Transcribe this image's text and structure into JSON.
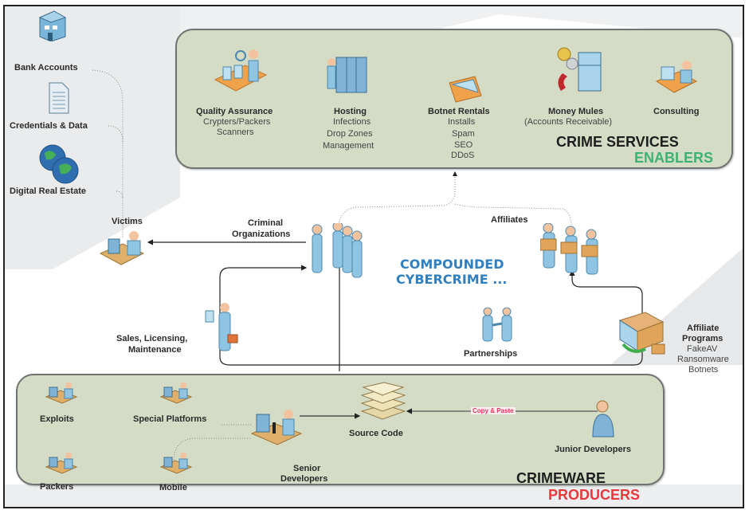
{
  "victims_assets": [
    {
      "label": "Bank Accounts",
      "icon": "bank-building-icon"
    },
    {
      "label": "Credentials & Data",
      "icon": "document-icon"
    },
    {
      "label": "Digital Real Estate",
      "icon": "globes-icon"
    }
  ],
  "crime_services": {
    "title": "CRIME SERVICES",
    "subtitle": "ENABLERS",
    "subtitle_color": "#3cb371",
    "items": [
      {
        "label": "Quality Assurance",
        "details": [
          "Crypters/Packers",
          "Scanners"
        ],
        "icon": "quality-assurance-icon"
      },
      {
        "label": "Hosting",
        "details": [
          "Infections",
          "Drop Zones",
          "Management"
        ],
        "icon": "server-rack-icon"
      },
      {
        "label": "Botnet Rentals",
        "details": [
          "Installs",
          "Spam",
          "SEO",
          "DDoS"
        ],
        "icon": "envelope-icon"
      },
      {
        "label": "Money Mules",
        "details": [
          "(Accounts Receivable)"
        ],
        "icon": "money-fridge-icon"
      },
      {
        "label": "Consulting",
        "details": [],
        "icon": "consultant-desk-icon"
      }
    ]
  },
  "middle": {
    "victims": "Victims",
    "criminal_orgs": [
      "Criminal",
      "Organizations"
    ],
    "affiliates": "Affiliates",
    "headline": [
      "COMPOUNDED",
      "CYBERCRIME ..."
    ],
    "headline_color": "#2f7fc1",
    "sales": [
      "Sales, Licensing,",
      "Maintenance"
    ],
    "partnerships": "Partnerships",
    "affiliate_programs": {
      "title": [
        "Affiliate",
        "Programs"
      ],
      "items": [
        "FakeAV",
        "Ransomware",
        "Botnets"
      ]
    }
  },
  "crimeware": {
    "title": "CRIMEWARE",
    "subtitle": "PRODUCERS",
    "subtitle_color": "#e8383d",
    "items": [
      {
        "label": "Exploits"
      },
      {
        "label": "Special Platforms"
      },
      {
        "label": "Packers"
      },
      {
        "label": "Mobile"
      }
    ],
    "senior": [
      "Senior",
      "Developers"
    ],
    "source_code": "Source Code",
    "copy_paste": "Copy & Paste",
    "junior": "Junior Developers"
  }
}
